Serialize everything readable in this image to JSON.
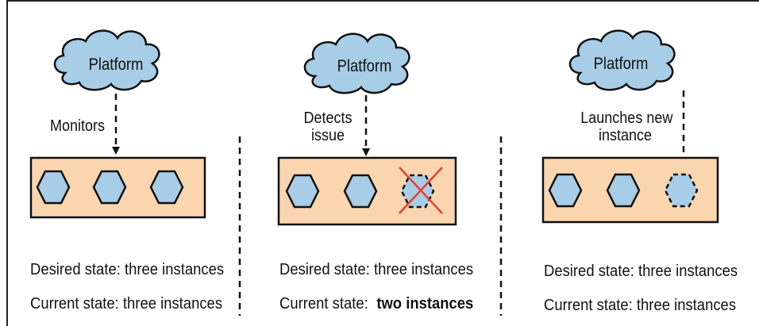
{
  "panels": [
    {
      "cloud_label": "Platform",
      "arrow_label": [
        "Monitors"
      ],
      "instances": [
        "running",
        "running",
        "running"
      ],
      "desired_label": "Desired state:",
      "desired_value": "three instances",
      "current_label": "Current state:",
      "current_value": "three instances",
      "current_emphasis": false
    },
    {
      "cloud_label": "Platform",
      "arrow_label": [
        "Detects",
        "issue"
      ],
      "instances": [
        "running",
        "running",
        "failed"
      ],
      "desired_label": "Desired state:",
      "desired_value": "three instances",
      "current_label": "Current state:",
      "current_value": "two instances",
      "current_emphasis": true
    },
    {
      "cloud_label": "Platform",
      "arrow_label": [
        "Launches new",
        "instance"
      ],
      "instances": [
        "running",
        "running",
        "launching"
      ],
      "desired_label": "Desired state:",
      "desired_value": "three instances",
      "current_label": "Current state:",
      "current_value": "three instances",
      "current_emphasis": false
    }
  ],
  "colors": {
    "cloud_fill": "#a8cde6",
    "container_fill": "#fbd5ae",
    "hexagon_fill": "#a8cde6",
    "stroke": "#111111",
    "failure_mark": "#e8402f"
  },
  "icons": {
    "cloud": "cloud-icon",
    "instance": "hexagon-icon",
    "failure": "x-mark-icon"
  }
}
